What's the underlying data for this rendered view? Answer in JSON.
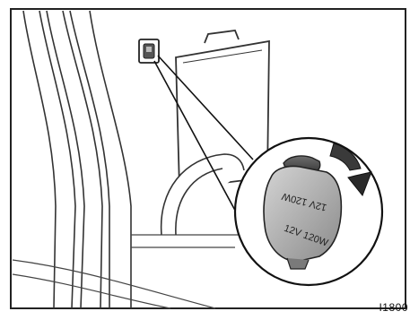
{
  "figure": {
    "code": "I1800",
    "cap_text_top": "12V 120W",
    "cap_text_bottom": "12V 120W"
  },
  "icons": {
    "rotation_arrow": "curved-arrow-clockwise",
    "socket": "power-outlet-socket"
  }
}
